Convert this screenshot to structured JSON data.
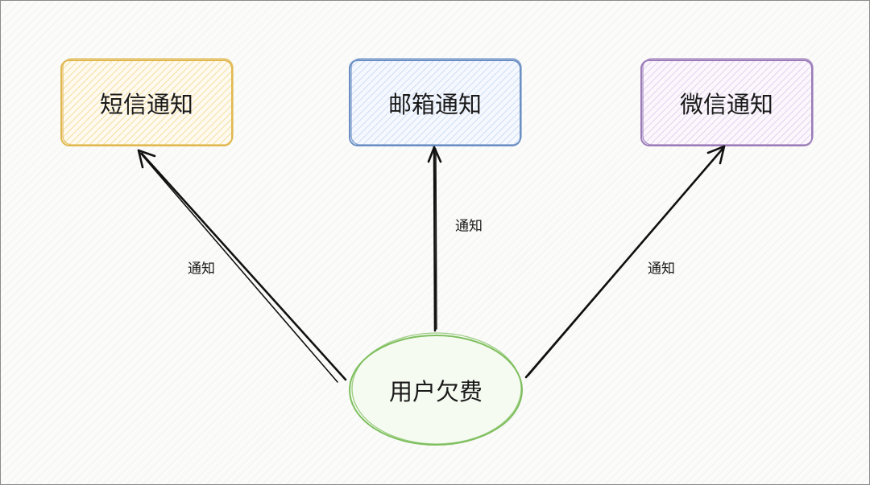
{
  "nodes": {
    "sms": {
      "label": "短信通知",
      "stroke": "#e0b84f",
      "fill": "#fdf3cf"
    },
    "email": {
      "label": "邮箱通知",
      "stroke": "#6b8fc4",
      "fill": "#dde8f7"
    },
    "wechat": {
      "label": "微信通知",
      "stroke": "#9b7cb8",
      "fill": "#ece0f3"
    },
    "user_arrears": {
      "label": "用户欠费",
      "stroke": "#7fbf5e",
      "fill": "#f5fbf1"
    }
  },
  "edges": [
    {
      "from": "user_arrears",
      "to": "sms",
      "label": "通知"
    },
    {
      "from": "user_arrears",
      "to": "email",
      "label": "通知"
    },
    {
      "from": "user_arrears",
      "to": "wechat",
      "label": "通知"
    }
  ]
}
